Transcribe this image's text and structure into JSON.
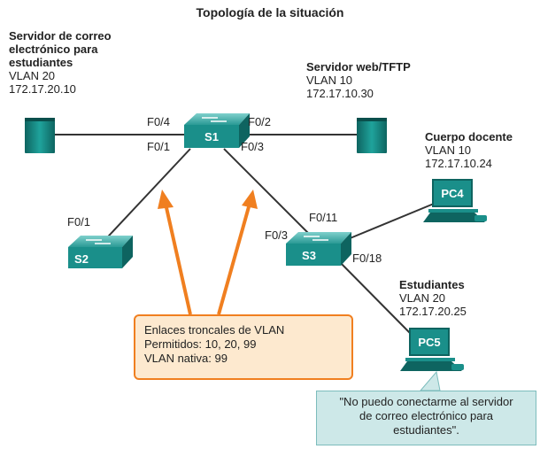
{
  "title": "Topología de la situación",
  "mail_server": {
    "name_line1": "Servidor de correo",
    "name_line2": "electrónico para",
    "name_line3": "estudiantes",
    "vlan": "VLAN 20",
    "ip": "172.17.20.10"
  },
  "web_server": {
    "name": "Servidor web/TFTP",
    "vlan": "VLAN 10",
    "ip": "172.17.10.30"
  },
  "faculty": {
    "name": "Cuerpo docente",
    "vlan": "VLAN 10",
    "ip": "172.17.10.24",
    "device": "PC4"
  },
  "students": {
    "name": "Estudiantes",
    "vlan": "VLAN 20",
    "ip": "172.17.20.25",
    "device": "PC5"
  },
  "switches": {
    "s1": "S1",
    "s2": "S2",
    "s3": "S3"
  },
  "ports": {
    "s1_f04": "F0/4",
    "s1_f02": "F0/2",
    "s1_f01": "F0/1",
    "s1_f03": "F0/3",
    "s2_f01": "F0/1",
    "s3_f11": "F0/11",
    "s3_f03": "F0/3",
    "s3_f18": "F0/18"
  },
  "callout": {
    "line1": "Enlaces troncales de VLAN",
    "line2": "Permitidos: 10, 20, 99",
    "line3": "VLAN nativa: 99"
  },
  "quote": {
    "line1": "\"No puedo conectarme al servidor",
    "line2": "de correo electrónico para",
    "line3": "estudiantes\"."
  },
  "colors": {
    "device_teal": "#1a8f8a",
    "device_dark": "#0e6460",
    "arrow_orange": "#f07f20",
    "callout_fill": "#fde9cf",
    "quote_fill": "#cde8e8"
  }
}
